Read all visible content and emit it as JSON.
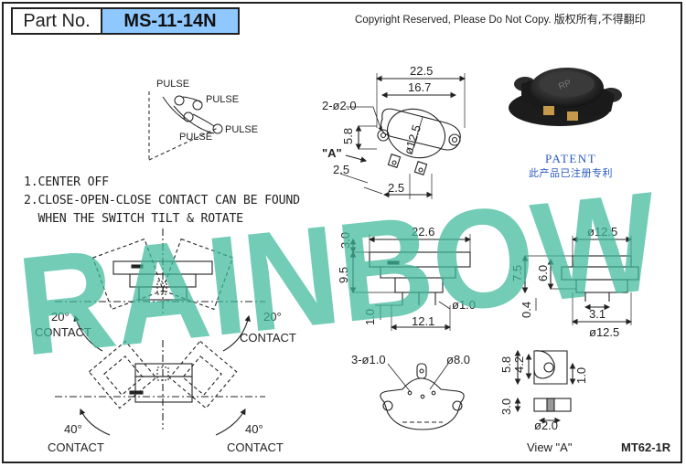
{
  "header": {
    "part_label": "Part No.",
    "part_number": "MS-11-14N",
    "copyright_en": "Copyright Reserved, Please Do Not Copy.",
    "copyright_cn": "版权所有,不得翻印"
  },
  "notes": {
    "line1": "1.CENTER OFF",
    "line2": "2.CLOSE-OPEN-CLOSE CONTACT CAN BE FOUND",
    "line3": "  WHEN THE SWITCH TILT & ROTATE"
  },
  "patent": {
    "en": "PATENT",
    "cn": "此产品已注册专利"
  },
  "watermark": "RAINBOW",
  "model_code": "MT62-1R",
  "pulse_labels": [
    "PULSE",
    "PULSE",
    "PULSE",
    "PULSE"
  ],
  "top_view": {
    "dim_width": "22.5",
    "dim_hole_span": "16.7",
    "hole_callout": "2-ø2.0",
    "dim_height": "5.8",
    "view_marker": "\"A\"",
    "dim_diameter": "ø12.5",
    "dim_left": "2.5",
    "dim_pin": "2.5"
  },
  "front_view": {
    "dim_width": "22.6",
    "dim_top": "3.0",
    "dim_height": "9.5",
    "dim_pin": "1.0",
    "dim_pin_span": "12.1",
    "dim_pin_dia": "ø1.0"
  },
  "side_view": {
    "dim_top_dia": "ø12.5",
    "dim_height": "7.5",
    "dim_body": "6.0",
    "dim_gap": "0.4",
    "dim_pin": "3.1",
    "dim_bottom_dia": "ø12.5"
  },
  "tilt_views": {
    "angle_20": "20°",
    "angle_40": "40°",
    "contact": "CONTACT"
  },
  "bottom_view": {
    "dim_holes": "3-ø1.0",
    "dim_dia": "ø8.0"
  },
  "view_a": {
    "dim_5_8": "5.8",
    "dim_4_2": "4.2",
    "dim_1_0": "1.0",
    "dim_3_0": "3.0",
    "dim_2_0": "ø2.0",
    "caption": "View \"A\""
  }
}
